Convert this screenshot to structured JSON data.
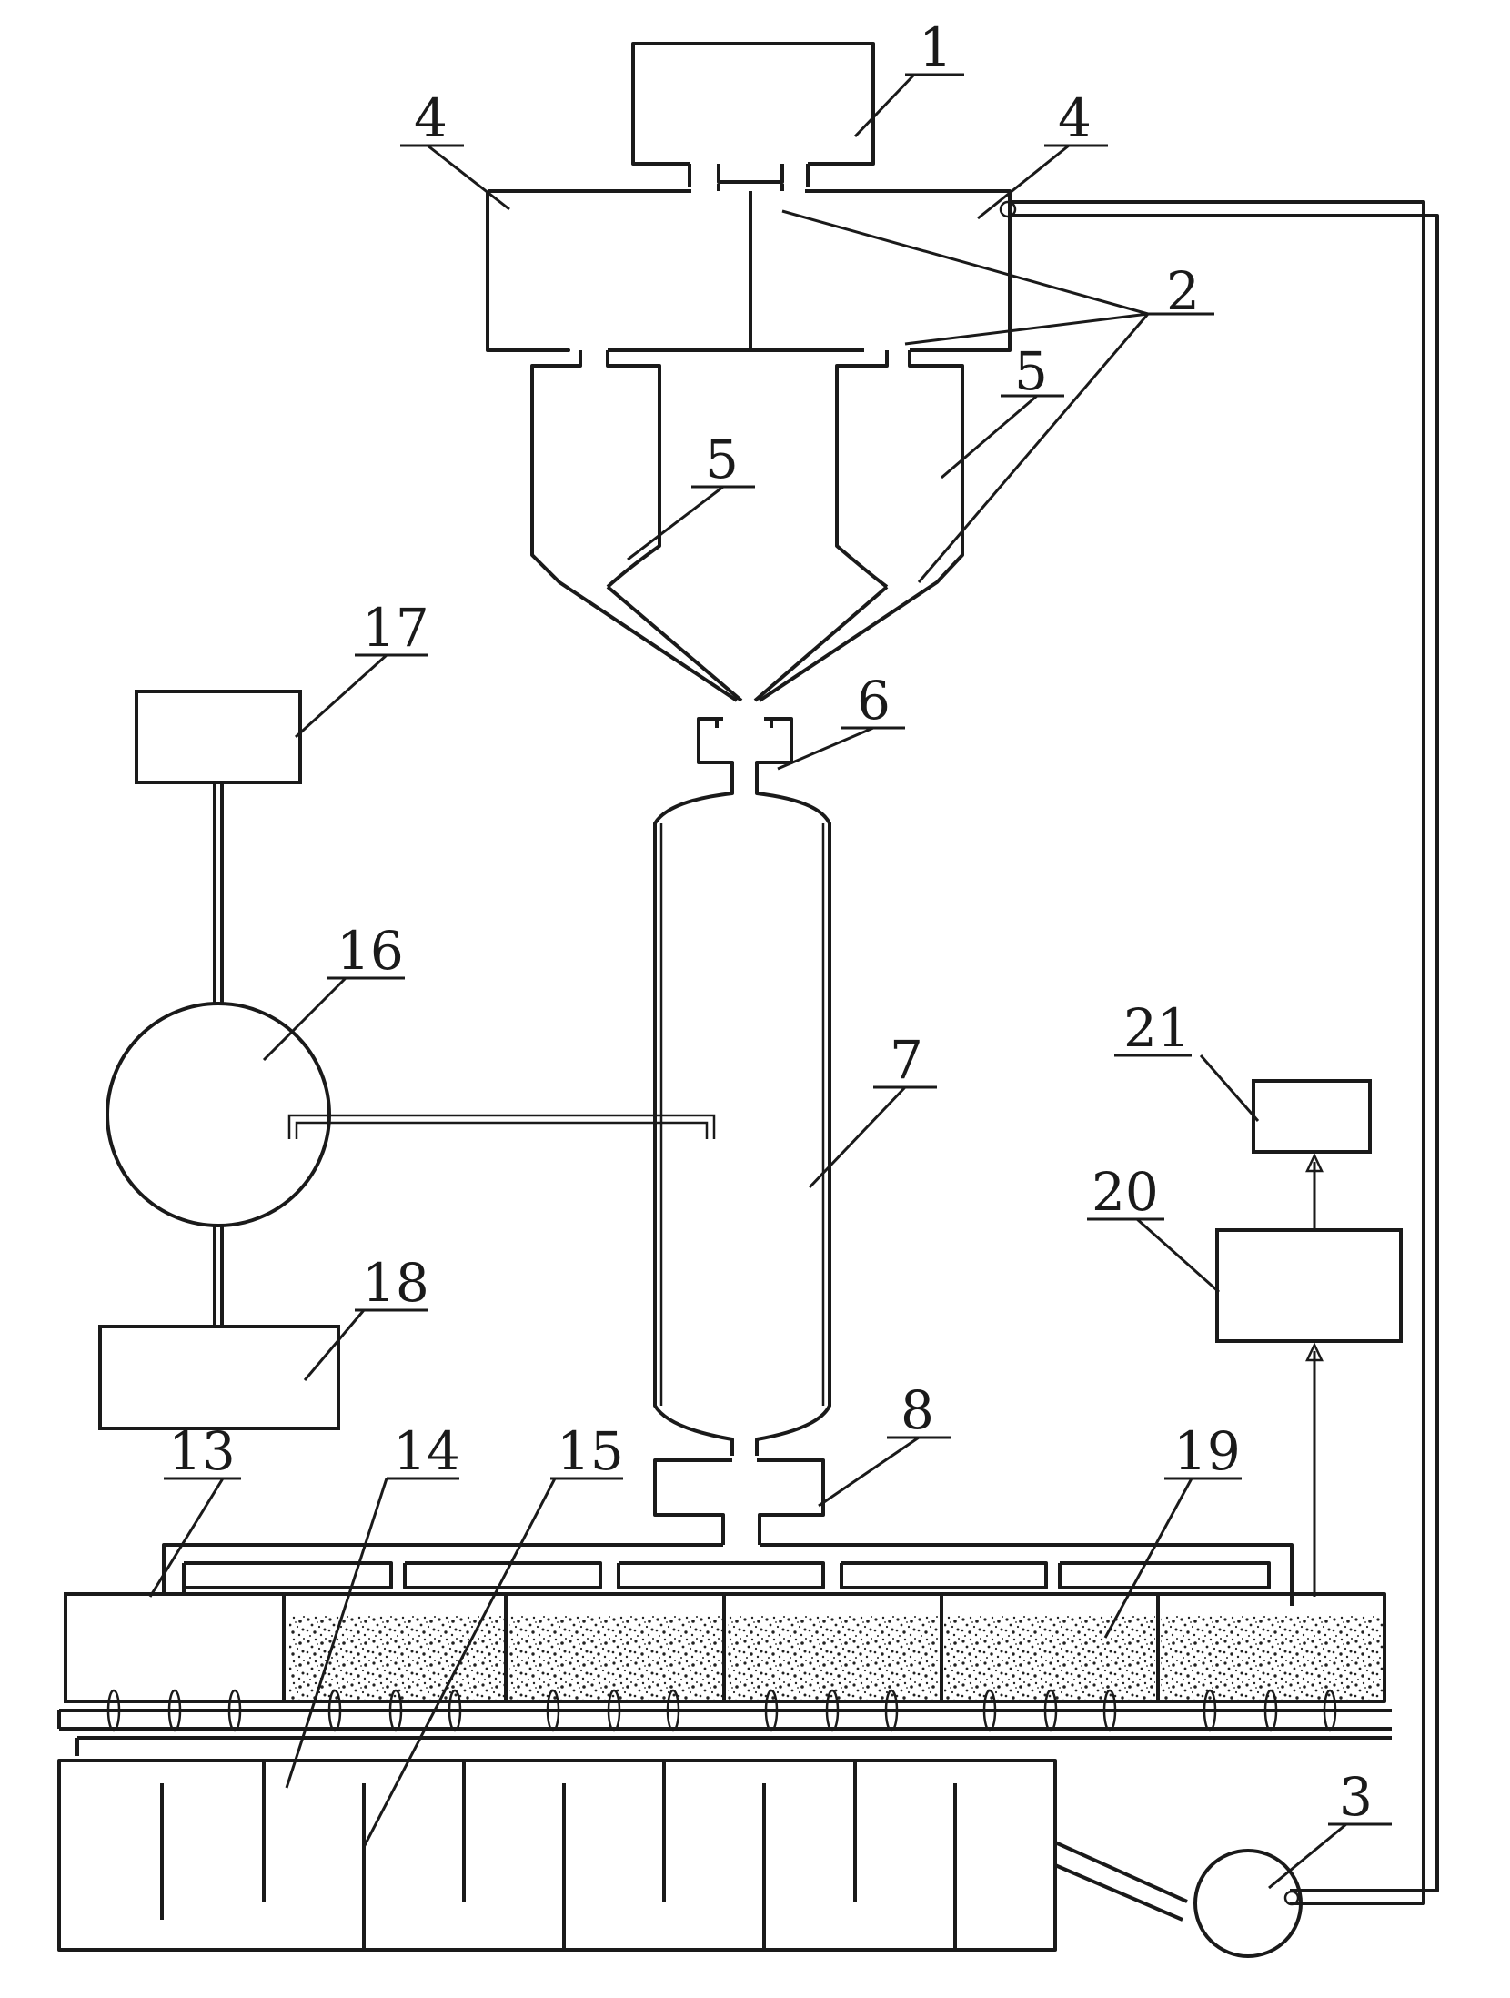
{
  "labels": {
    "l1": "1",
    "l2": "2",
    "l3": "3",
    "l4a": "4",
    "l4b": "4",
    "l5a": "5",
    "l5b": "5",
    "l6": "6",
    "l7": "7",
    "l8": "8",
    "l13": "13",
    "l14": "14",
    "l15": "15",
    "l16": "16",
    "l17": "17",
    "l18": "18",
    "l19": "19",
    "l20": "20",
    "l21": "21"
  }
}
